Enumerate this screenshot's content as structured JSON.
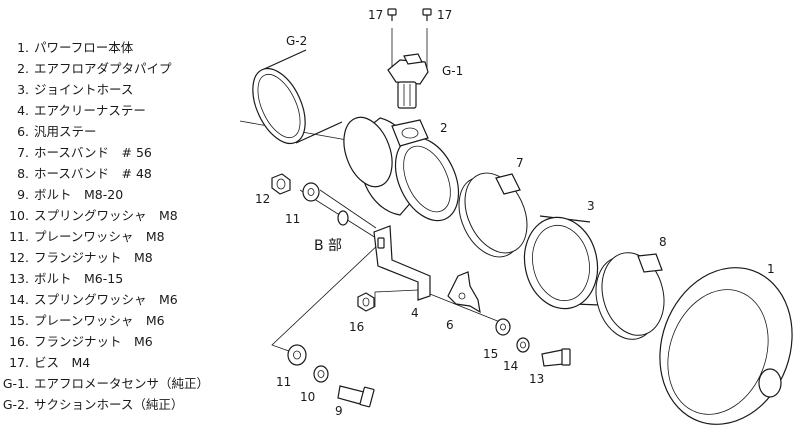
{
  "parts_list": [
    {
      "num": "1.",
      "name": "パワーフロー本体"
    },
    {
      "num": "2.",
      "name": "エアフロアダプタパイプ"
    },
    {
      "num": "3.",
      "name": "ジョイントホース"
    },
    {
      "num": "4.",
      "name": "エアクリーナステー"
    },
    {
      "num": "6.",
      "name": "汎用ステー"
    },
    {
      "num": "7.",
      "name": "ホースバンド　# 56"
    },
    {
      "num": "8.",
      "name": "ホースバンド　# 48"
    },
    {
      "num": "9.",
      "name": "ボルト　M8-20"
    },
    {
      "num": "10.",
      "name": "スプリングワッシャ　M8"
    },
    {
      "num": "11.",
      "name": "プレーンワッシャ　M8"
    },
    {
      "num": "12.",
      "name": "フランジナット　M8"
    },
    {
      "num": "13.",
      "name": "ボルト　M6-15"
    },
    {
      "num": "14.",
      "name": "スプリングワッシャ　M6"
    },
    {
      "num": "15.",
      "name": "プレーンワッシャ　M6"
    },
    {
      "num": "16.",
      "name": "フランジナット　M6"
    },
    {
      "num": "17.",
      "name": "ビス　M4"
    },
    {
      "num": "G-1.",
      "name": "エアフロメータセンサ（純正）"
    },
    {
      "num": "G-2.",
      "name": "サクションホース（純正）"
    }
  ],
  "callouts": {
    "c17a": "17",
    "c17b": "17",
    "g1": "G-1",
    "g2": "G-2",
    "c2": "2",
    "c7": "7",
    "c3": "3",
    "c8": "8",
    "c1": "1",
    "c12": "12",
    "c11a": "11",
    "c11b": "11",
    "b_part": "B 部",
    "c16": "16",
    "c4": "4",
    "c6": "6",
    "c15": "15",
    "c14": "14",
    "c13": "13",
    "c10": "10",
    "c9": "9"
  }
}
